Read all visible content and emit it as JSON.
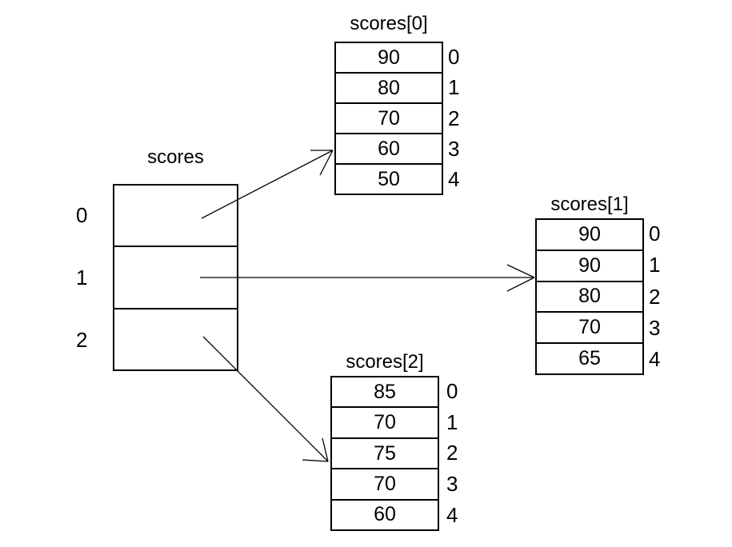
{
  "diagram": {
    "background_color": "#ffffff",
    "line_color": "#000000",
    "pointer_array": {
      "title": "scores",
      "indices": [
        "0",
        "1",
        "2"
      ],
      "cells": [
        "",
        "",
        ""
      ]
    },
    "tables": [
      {
        "title": "scores[0]",
        "values": [
          "90",
          "80",
          "70",
          "60",
          "50"
        ],
        "indices": [
          "0",
          "1",
          "2",
          "3",
          "4"
        ]
      },
      {
        "title": "scores[1]",
        "values": [
          "90",
          "90",
          "80",
          "70",
          "65"
        ],
        "indices": [
          "0",
          "1",
          "2",
          "3",
          "4"
        ]
      },
      {
        "title": "scores[2]",
        "values": [
          "85",
          "70",
          "75",
          "70",
          "60"
        ],
        "indices": [
          "0",
          "1",
          "2",
          "3",
          "4"
        ]
      }
    ]
  }
}
